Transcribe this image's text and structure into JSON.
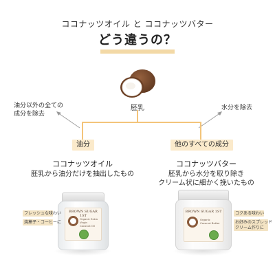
{
  "header": {
    "subtitle": "ココナッツオイル と ココナッツバター",
    "title": "どう違うの？"
  },
  "center": {
    "label": "胚乳"
  },
  "notes": {
    "left": [
      "油分以外の全ての",
      "成分を除去"
    ],
    "right": "水分を除去"
  },
  "left_product": {
    "tag": "油分",
    "name": "ココナッツオイル",
    "desc": "胚乳から油分だけを抽出したもの",
    "note1": "フレッシュな味わい",
    "note2": "焼菓子・コーヒーに",
    "label_brand": "BROWN SUGAR 1ST",
    "label_product": "Organic Extra Virgin",
    "label_product2": "Coconut Oil"
  },
  "right_product": {
    "tag": "他のすべての成分",
    "name": "ココナッツバター",
    "desc": [
      "胚乳から水分を取り除き",
      "クリーム状に細かく挽いたもの"
    ],
    "note1": "コクある味わい",
    "note2": [
      "お好みのスプレッド",
      "クリーム作りに"
    ],
    "label_brand": "BROWN SUGAR 1ST",
    "label_product": "Organic",
    "label_product2": "Coconut Butter"
  },
  "colors": {
    "accent": "#f3c47a",
    "tag_bg": "#fbeacb",
    "underline": "#f3d9a6"
  }
}
